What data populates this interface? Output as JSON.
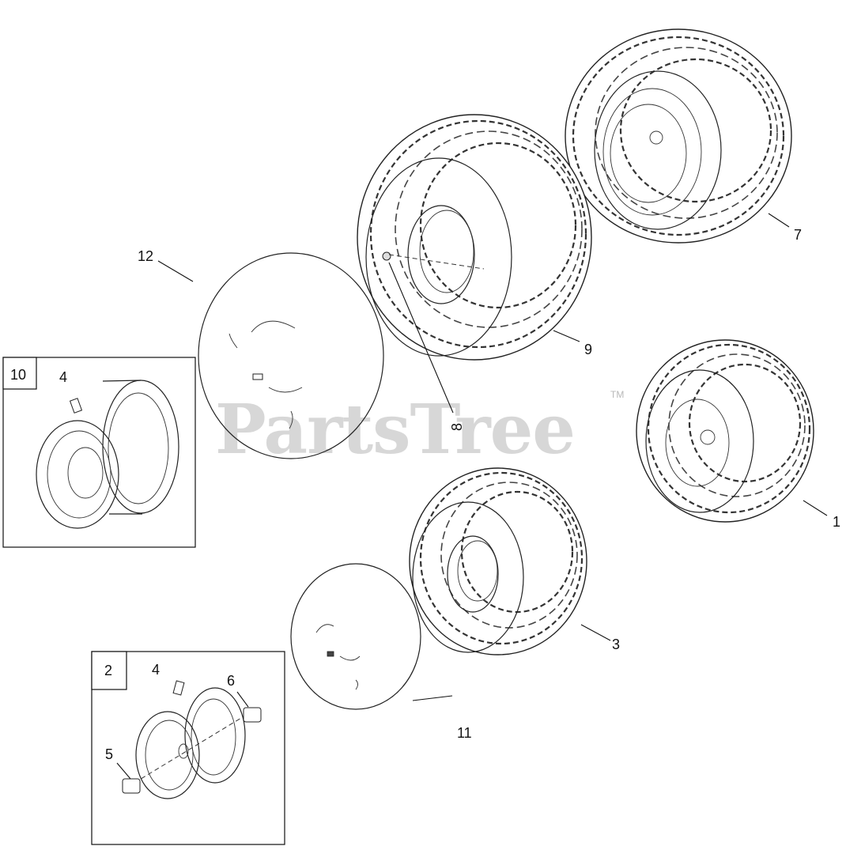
{
  "watermark": {
    "text": "PartsTree",
    "trademark": "TM"
  },
  "callouts": {
    "c1": "1",
    "c2": "2",
    "c3": "3",
    "c4a": "4",
    "c4b": "4",
    "c5": "5",
    "c6": "6",
    "c7": "7",
    "c8": "8",
    "c9": "9",
    "c10": "10",
    "c11": "11",
    "c12": "12"
  }
}
